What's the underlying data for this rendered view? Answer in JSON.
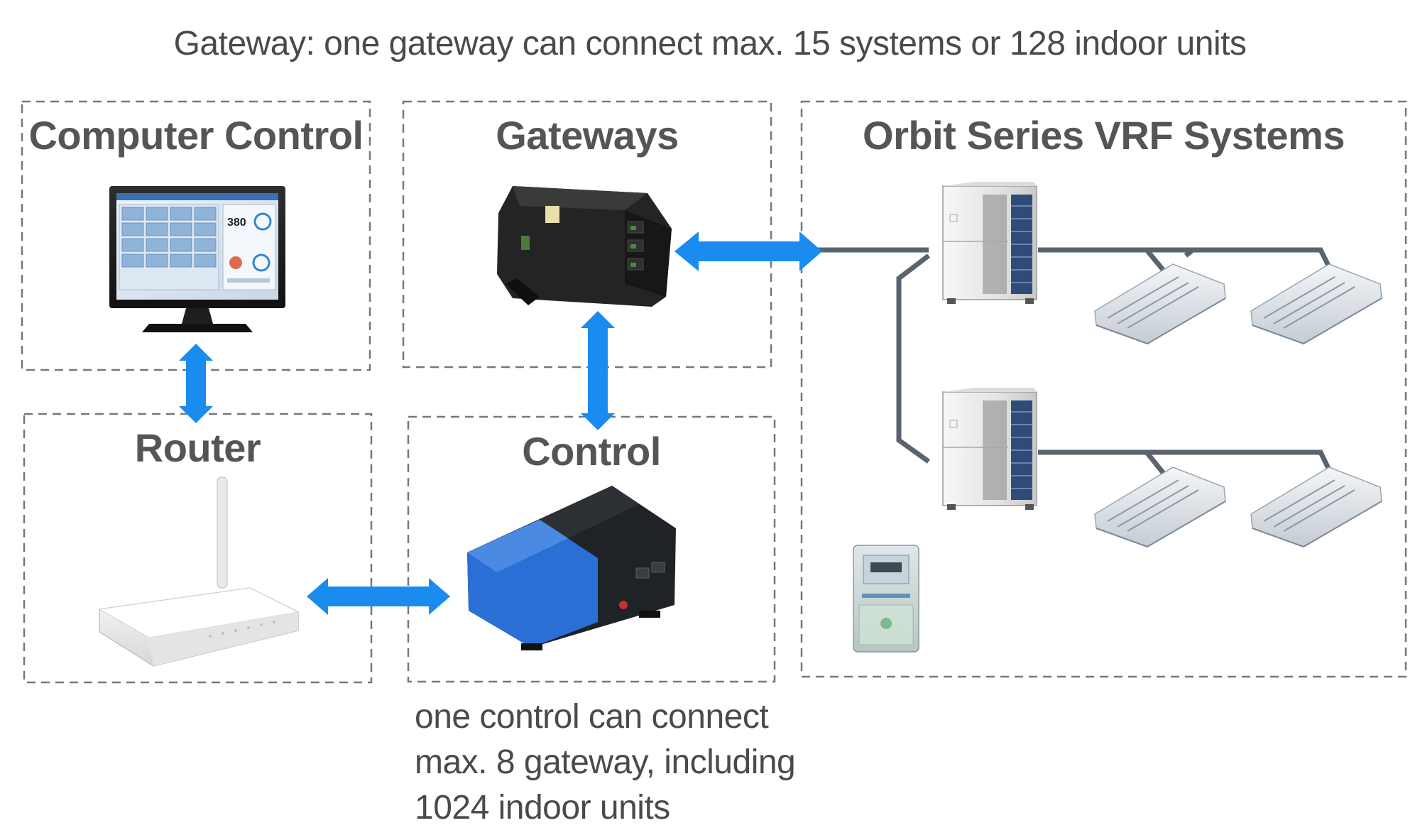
{
  "header_note": "Gateway: one gateway can connect max. 15 systems or 128 indoor units",
  "boxes": {
    "computer_control": {
      "title": "Computer Control"
    },
    "gateways": {
      "title": "Gateways"
    },
    "vrf_systems": {
      "title": "Orbit Series VRF Systems"
    },
    "router": {
      "title": "Router"
    },
    "control": {
      "title": "Control"
    }
  },
  "control_note": {
    "line1": "one control can connect",
    "line2": "max. 8 gateway, including",
    "line3": "1024 indoor units"
  },
  "monitor_screen": {
    "reading": "380"
  },
  "colors": {
    "arrow": "#1a8cf0",
    "box_border": "#6e7a87",
    "pipe": "#5a6470",
    "text": "#4a4a4a",
    "title_text": "#555555",
    "control_accent": "#2a6fd6"
  }
}
